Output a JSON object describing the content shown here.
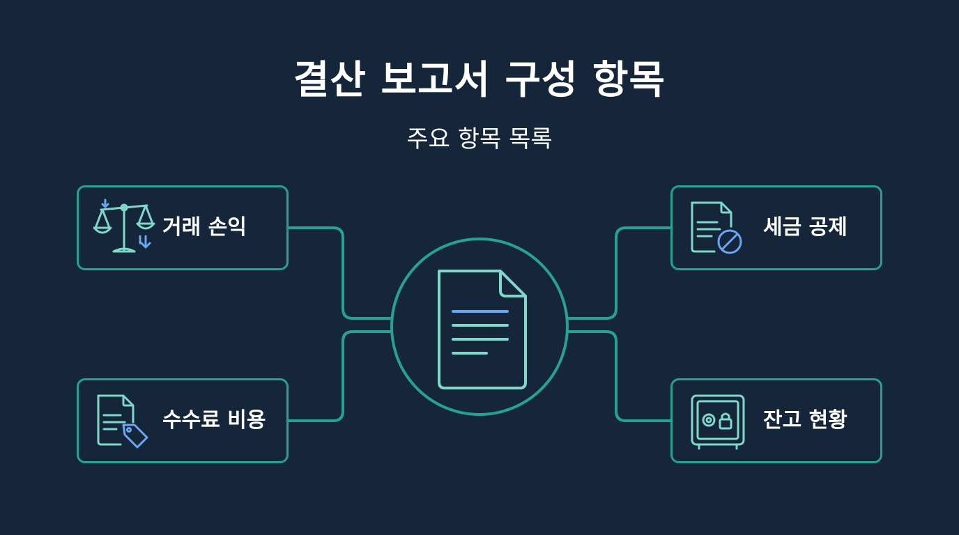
{
  "header": {
    "title": "결산 보고서 구성 항목",
    "subtitle": "주요 항목 목록"
  },
  "items": [
    {
      "label": "거래 손익",
      "icon": "scale-icon"
    },
    {
      "label": "수수료 비용",
      "icon": "document-tag-icon"
    },
    {
      "label": "세금 공제",
      "icon": "document-no-icon"
    },
    {
      "label": "잔고 현황",
      "icon": "safe-icon"
    }
  ],
  "hub": {
    "icon": "document-icon"
  },
  "colors": {
    "background": "#16263a",
    "accent": "#27a193",
    "icon_line": "#7fd8cb",
    "icon_highlight": "#6aa6f2"
  }
}
